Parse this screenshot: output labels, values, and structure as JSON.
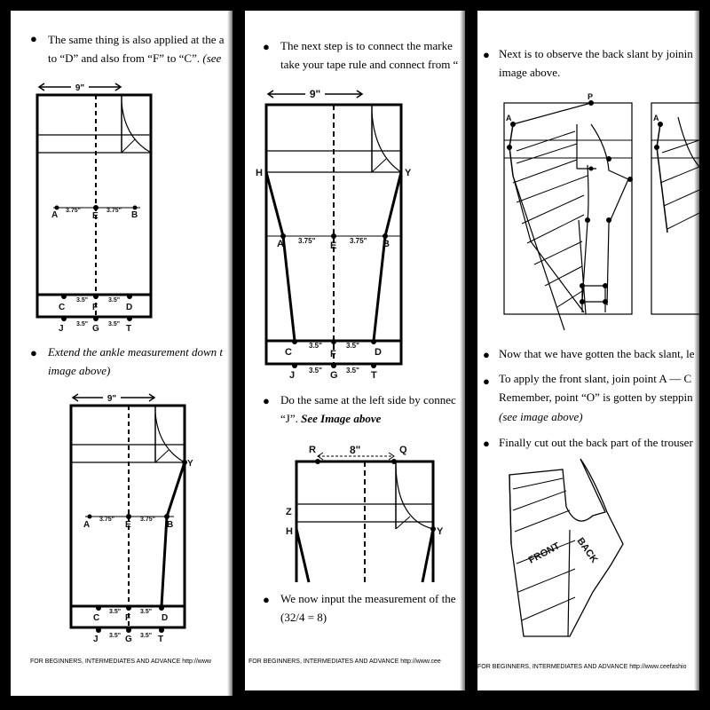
{
  "page1": {
    "b1": {
      "line1": "The same thing is also applied at the a",
      "line2a": "to “D” and also from “F” to “C”. ",
      "line2b": "(see"
    },
    "fig1": {
      "width": "9\"",
      "labels": {
        "A": "A",
        "E": "E",
        "B": "B",
        "C": "C",
        "F": "F",
        "D": "D",
        "J": "J",
        "G": "G",
        "T": "T"
      },
      "m375": "3.75\"",
      "m35": "3.5\""
    },
    "b2": {
      "line1": "Extend the ankle measurement down t",
      "line2": "image above)"
    },
    "fig2": {
      "width": "9\"",
      "labels": {
        "Y": "Y",
        "A": "A",
        "E": "E",
        "B": "B",
        "C": "C",
        "F": "F",
        "D": "D",
        "J": "J",
        "G": "G",
        "T": "T"
      }
    },
    "footer": "FOR BEGINNERS, INTERMEDIATES AND ADVANCE      http://www"
  },
  "page2": {
    "b1": {
      "line1": "The next step is to connect the marke",
      "line2": "take your tape rule and connect from “"
    },
    "fig1": {
      "width": "9\"",
      "labels": {
        "H": "H",
        "Y": "Y",
        "A": "A",
        "E": "E",
        "B": "B",
        "C": "C",
        "F": "F",
        "D": "D",
        "J": "J",
        "G": "G",
        "T": "T"
      }
    },
    "b2": {
      "line1": "Do the same at the left side by connec",
      "line2a": "“J”. ",
      "line2b": "See Image above"
    },
    "fig2": {
      "width": "8\"",
      "labels": {
        "R": "R",
        "Q": "Q",
        "Z": "Z",
        "H": "H",
        "Y": "Y"
      }
    },
    "b3": {
      "line1": "We now input the measurement of the",
      "line2": "(32/4 = 8)"
    },
    "footer": "FOR BEGINNERS, INTERMEDIATES AND ADVANCE      http://www.cee"
  },
  "page3": {
    "b1": {
      "line1": "Next is to observe the back slant by joinin",
      "line2": "image above."
    },
    "fig1": {
      "labels": {
        "P": "P",
        "A": "A",
        "A2": "A"
      }
    },
    "b2": {
      "line1": "Now that we have gotten the back slant, le"
    },
    "b3": {
      "line1": "To apply the front slant, join point A — C",
      "line2": "Remember, point “O” is gotten by steppin",
      "line3": "(see image above)"
    },
    "b4": {
      "line1": "Finally cut out the back part of the trouser"
    },
    "fig2": {
      "front": "FRONT",
      "back": "BACK"
    },
    "footer": "FOR BEGINNERS, INTERMEDIATES AND ADVANCE      http://www.ceefashio"
  }
}
